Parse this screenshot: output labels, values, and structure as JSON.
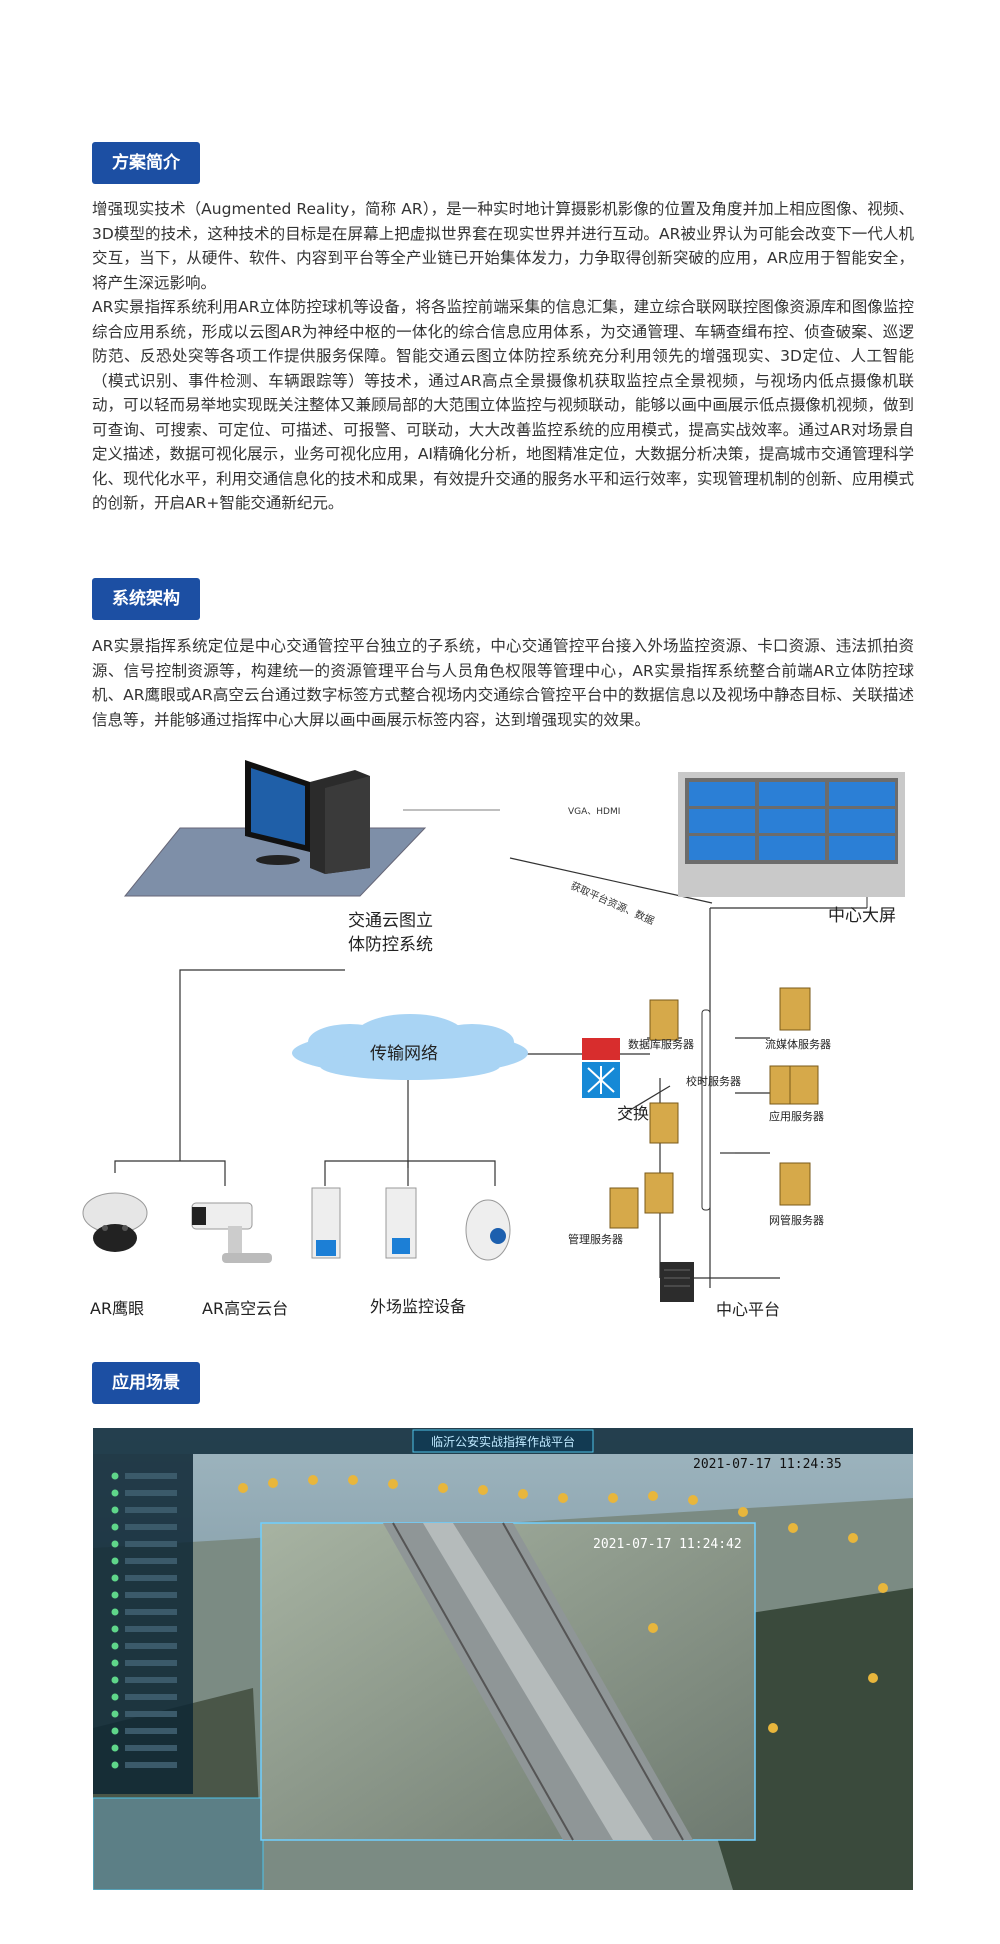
{
  "sections": {
    "intro": {
      "title": "方案简介",
      "paragraphs": [
        "增强现实技术（Augmented Reality，简称 AR），是一种实时地计算摄影机影像的位置及角度并加上相应图像、视频、3D模型的技术，这种技术的目标是在屏幕上把虚拟世界套在现实世界并进行互动。AR被业界认为可能会改变下一代人机交互，当下，从硬件、软件、内容到平台等全产业链已开始集体发力，力争取得创新突破的应用，AR应用于智能安全，将产生深远影响。",
        "AR实景指挥系统利用AR立体防控球机等设备，将各监控前端采集的信息汇集，建立综合联网联控图像资源库和图像监控综合应用系统，形成以云图AR为神经中枢的一体化的综合信息应用体系，为交通管理、车辆查缉布控、侦查破案、巡逻防范、反恐处突等各项工作提供服务保障。智能交通云图立体防控系统充分利用领先的增强现实、3D定位、人工智能（模式识别、事件检测、车辆跟踪等）等技术，通过AR高点全景摄像机获取监控点全景视频，与视场内低点摄像机联动，可以轻而易举地实现既关注整体又兼顾局部的大范围立体监控与视频联动，能够以画中画展示低点摄像机视频，做到可查询、可搜索、可定位、可描述、可报警、可联动，大大改善监控系统的应用模式，提高实战效率。通过AR对场景自定义描述，数据可视化展示，业务可视化应用，AI精确化分析，地图精准定位，大数据分析决策，提高城市交通管理科学化、现代化水平，利用交通信息化的技术和成果，有效提升交通的服务水平和运行效率，实现管理机制的创新、应用模式的创新，开启AR+智能交通新纪元。"
      ]
    },
    "architecture": {
      "title": "系统架构",
      "paragraph": "AR实景指挥系统定位是中心交通管控平台独立的子系统，中心交通管控平台接入外场监控资源、卡口资源、违法抓拍资源、信号控制资源等，构建统一的资源管理平台与人员角色权限等管理中心，AR实景指挥系统整合前端AR立体防控球机、AR鹰眼或AR高空云台通过数字标签方式整合视场内交通综合管控平台中的数据信息以及视场中静态目标、关联描述信息等，并能够通过指挥中心大屏以画中画展示标签内容，达到增强现实的效果。",
      "diagram": {
        "workstation_label_1": "交通云图立",
        "workstation_label_2": "体防控系统",
        "big_screen_label": "中心大屏",
        "vga_label": "VGA、HDMI",
        "link_label": "获取平台资源、数据",
        "network_label": "传输网络",
        "db_server_label": "数据库服务器",
        "switch_label": "交换机",
        "time_server_label": "校时服务器",
        "mgmt_server_label": "管理服务器",
        "stream_server_label": "流媒体服务器",
        "app_server_label": "应用服务器",
        "netmgmt_server_label": "网管服务器",
        "center_platform_label": "中心平台",
        "ar_eagle_label": "AR鹰眼",
        "ar_ptz_label": "AR高空云台",
        "field_devices_label": "外场监控设备"
      }
    },
    "scenario": {
      "title": "应用场景",
      "screenshot": {
        "platform_title": "临沂公安实战指挥作战平台",
        "main_timestamp": "2021-07-17 11:24:35",
        "pip_timestamp": "2021-07-17 11:24:42"
      }
    }
  },
  "colors": {
    "badge": "#1c4fa3",
    "screen_blue": "#2b7fd6",
    "cloud": "#a9d4f4"
  }
}
